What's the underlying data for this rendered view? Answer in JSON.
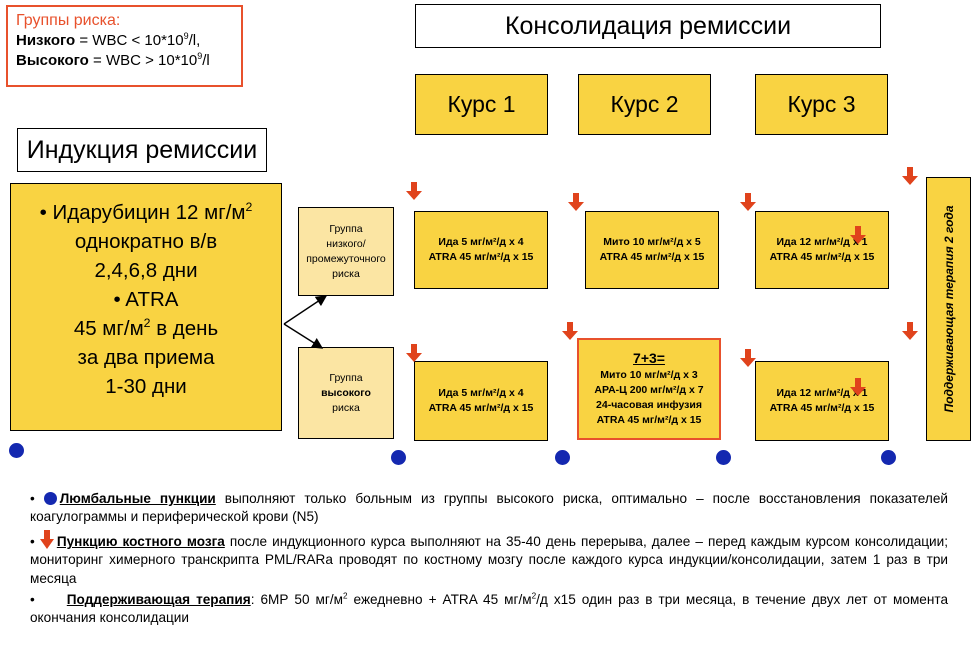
{
  "risk_groups": {
    "title": "Группы риска:",
    "low_label": "Низкого",
    "low_def": " = WBC < 10*10",
    "low_exp": "9",
    "low_unit": "/l,",
    "high_label": "Высокого",
    "high_def": " = WBC > 10*10",
    "high_exp": "9",
    "high_unit": "/l"
  },
  "consolidation_title": "Консолидация ремиссии",
  "induction_title": "Индукция ремиссии",
  "courses": [
    "Курс 1",
    "Курс 2",
    "Курс 3"
  ],
  "induction": {
    "line1_pre": "• Идарубицин 12 мг/м",
    "line1_sup": "2",
    "line2": "однократно в/в",
    "line3": "2,4,6,8 дни",
    "line4": "• ATRA",
    "line5_pre": "45 мг/м",
    "line5_sup": "2",
    "line5_post": " в день",
    "line6": "за два приема",
    "line7": "1-30 дни"
  },
  "groups": {
    "low": [
      "Группа",
      "низкого/",
      "промежуточного",
      "риска"
    ],
    "high_top": "Группа",
    "high_bold": "высокого",
    "high_bottom": "риска"
  },
  "regimens": {
    "low_c1": [
      "Ида 5 мг/м²/д х 4",
      "ATRA 45 мг/м²/д х 15"
    ],
    "low_c2": [
      "Мито 10 мг/м²/д х 5",
      "ATRA 45 мг/м²/д х 15"
    ],
    "low_c3": [
      "Ида 12 мг/м²/д х 1",
      "ATRA 45 мг/м²/д х 15"
    ],
    "high_c1": [
      "Ида 5 мг/м²/д х 4",
      "ATRA 45 мг/м²/д х 15"
    ],
    "high_c2_title": "7+3=",
    "high_c2": [
      "Мито 10 мг/м²/д х 3",
      "АРА-Ц 200 мг/м²/д х 7",
      "24-часовая инфузия",
      "ATRA 45 мг/м²/д х 15"
    ],
    "high_c3": [
      "Ида 12 мг/м²/д х 1",
      "ATRA 45 мг/м²/д х 15"
    ]
  },
  "maintenance_vertical": "Поддерживающая терапия 2 года",
  "notes": {
    "n1_bullet": "•",
    "n1_bold": "Люмбальные пункции",
    "n1_text": " выполняют только больным из группы высокого риска, оптимально – после восстановления показателей коагулограммы и периферической крови (N5)",
    "n2_bullet": "•",
    "n2_bold": "Пункцию костного мозга",
    "n2_text": " после индукционного курса выполняют на 35-40 день перерыва, далее – перед каждым курсом консолидации; мониторинг химерного транскрипта PML/RARa проводят по костному мозгу после каждого курса индукции/консолидации, затем 1 раз в три месяца",
    "n3_bullet": "•",
    "n3_bold": "Поддерживающая терапия",
    "n3_text_a": ": 6МР 50 мг/м",
    "n3_sup1": "2",
    "n3_text_b": " ежедневно + ATRA 45 мг/м",
    "n3_sup2": "2",
    "n3_text_c": "/д х15 один раз в три месяца, в течение двух лет от момента окончания консолидации"
  },
  "colors": {
    "accent_orange": "#e8512c",
    "yellow": "#f9d342",
    "light_yellow": "#fbe5a3",
    "dot_blue": "#1428b0"
  }
}
